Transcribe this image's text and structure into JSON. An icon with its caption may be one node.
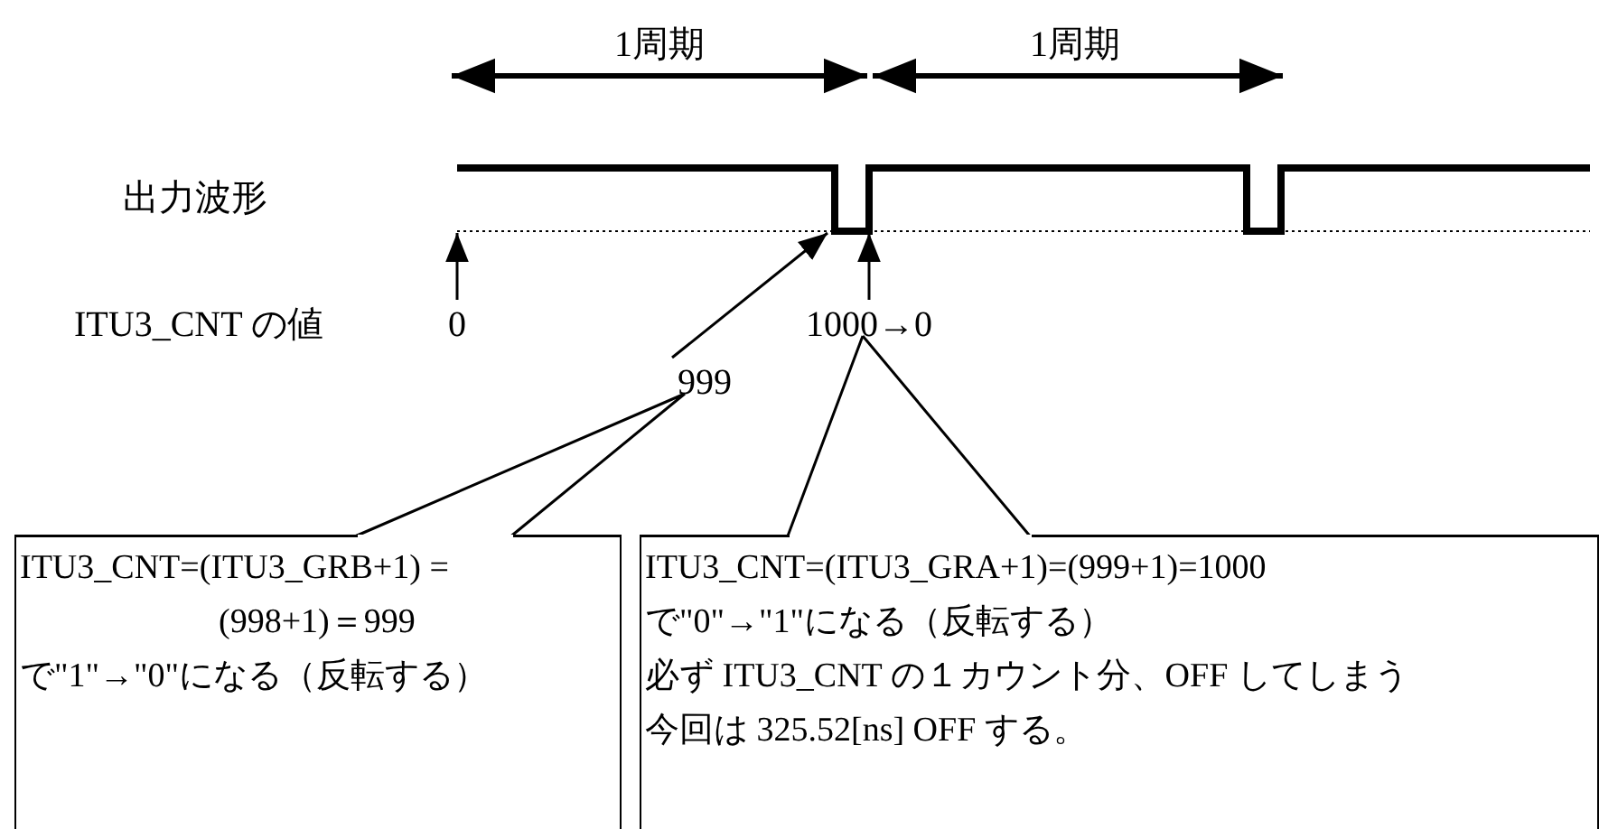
{
  "diagram": {
    "nodes": [
      {
        "text": [],
        "shape": "picture"
      },
      {
        "text": [
          "0"
        ]
      },
      {
        "text": [
          "1000→0"
        ]
      },
      {
        "text": [
          "999"
        ]
      },
      {
        "text": [
          "ITU3_CNT=(ITU3_GRB+1) =(998+1)＝999",
          "で\"1\"→\"0\"になる（反転する）"
        ]
      },
      {
        "text": [
          "ITU3_CNT=(ITU3_GRA+1)=(999+1)=1000",
          "で\"0\"→\"1\"になる（反転する）",
          "必ず ITU3_CNT の１カウント分、OFF してしまう",
          "今回は 325.52[ns] OFF する。"
        ]
      }
    ],
    "edges": [
      {
        "from": 1,
        "to": 0,
        "arrow": "to"
      },
      {
        "from": 2,
        "to": 0,
        "arrow": "to"
      },
      {
        "from": 3,
        "to": 0,
        "arrow": "to"
      },
      {
        "from": 4,
        "to": 3,
        "arrow": "none"
      },
      {
        "from": 5,
        "to": 2,
        "arrow": "none"
      }
    ],
    "labels": [
      "1周期",
      "1周期",
      "出力波形",
      "ITU3_CNT の値"
    ]
  }
}
